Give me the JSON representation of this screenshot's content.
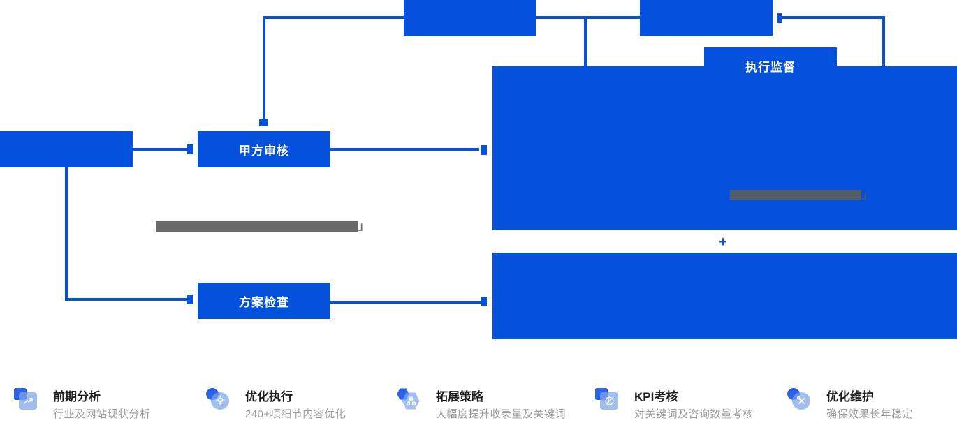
{
  "palette": {
    "primary_blue": "#0451DB",
    "icon_back_blue": "#2E63E8",
    "icon_front_blue": "#9FBCF1",
    "title_color": "#1F1F1F",
    "subtitle_color": "#9B9B9B",
    "masked_gray": "#696969",
    "masked_gray_on_blue": "#555E66"
  },
  "flowchart": {
    "nodes": {
      "left_box": {
        "label": ""
      },
      "top_box_1": {
        "label": ""
      },
      "top_box_2": {
        "label": ""
      },
      "review_box": {
        "label": "甲方审核"
      },
      "check_box": {
        "label": "方案检查"
      },
      "supervision_box": {
        "label": "执行监督"
      },
      "big_box_top": {
        "label": ""
      },
      "big_box_bottom": {
        "label": ""
      }
    },
    "plus_sign": "+",
    "masked_bars": [
      {
        "suffix": "」"
      },
      {
        "suffix": "」"
      }
    ]
  },
  "features": [
    {
      "title": "前期分析",
      "subtitle": "行业及网站现状分析"
    },
    {
      "title": "优化执行",
      "subtitle": "240+项细节内容优化"
    },
    {
      "title": "拓展策略",
      "subtitle": "大幅度提升收录量及关键词"
    },
    {
      "title": "KPI考核",
      "subtitle": "对关键词及咨询数量考核"
    },
    {
      "title": "优化维护",
      "subtitle": "确保效果长年稳定"
    }
  ]
}
